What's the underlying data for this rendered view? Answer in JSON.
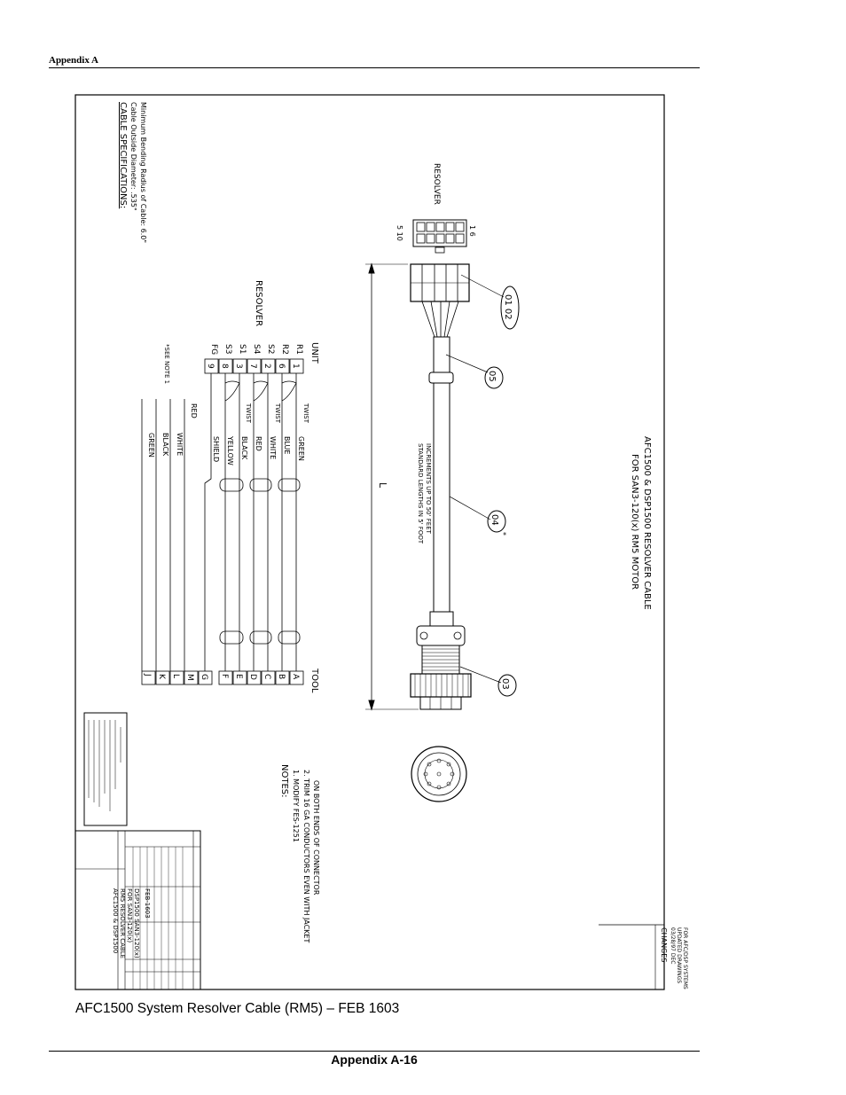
{
  "header": {
    "section": "Appendix A"
  },
  "caption": "AFC1500 System Resolver Cable (RM5) – FEB 1603",
  "footer": {
    "page_label": "Appendix A-16"
  },
  "drawing": {
    "title_line1": "AFC1500 & DSP1500 RESOLVER CABLE",
    "title_line2": "FOR SAN3-120(x) RM5 MOTOR",
    "cable_spec": {
      "heading": "CABLE SPECIFICATIONS:",
      "line1": "Cable Outside Diameter:  .535\"",
      "line2": "Minimum Bending Radius of Cable: 6.0\""
    },
    "resolver_label": "RESOLVER",
    "pin_top": "1 6",
    "pin_bottom": "5 10",
    "callouts": [
      "01 02",
      "05",
      "04",
      "03"
    ],
    "callout_star": "*",
    "standard_lengths_1": "STANDARD LENGTHS IN 5' FOOT",
    "standard_lengths_2": "INCREMENTS UP TO 50' FEET",
    "length_label": "L",
    "wiring": {
      "unit_header": "UNIT",
      "tool_header": "TOOL",
      "resolver_side_label": "RESOLVER",
      "see_note": "*SEE NOTE 1",
      "twist": "TWIST",
      "rows": [
        {
          "signal": "R1",
          "pin": "1",
          "twist": "TWIST",
          "color": "GREEN",
          "tool": "A"
        },
        {
          "signal": "R2",
          "pin": "6",
          "twist": "",
          "color": "BLUE",
          "tool": "B"
        },
        {
          "signal": "S2",
          "pin": "2",
          "twist": "TWIST",
          "color": "WHITE",
          "tool": "C"
        },
        {
          "signal": "S4",
          "pin": "7",
          "twist": "",
          "color": "RED",
          "tool": "D"
        },
        {
          "signal": "S1",
          "pin": "3",
          "twist": "TWIST",
          "color": "BLACK",
          "tool": "E"
        },
        {
          "signal": "S3",
          "pin": "8",
          "twist": "",
          "color": "YELLOW",
          "tool": "F"
        },
        {
          "signal": "FG",
          "pin": "9",
          "twist": "",
          "color": "SHIELD",
          "tool": "G"
        }
      ],
      "extra_rows": [
        {
          "color": "RED",
          "tool": "M"
        },
        {
          "color": "WHITE",
          "tool": "L"
        },
        {
          "color": "BLACK",
          "tool": "K"
        },
        {
          "color": "GREEN",
          "tool": "J"
        }
      ]
    },
    "notes": {
      "heading": "NOTES:",
      "note1": "1.  MODIFY FES-1251",
      "note2a": "2.  TRIM 16 GA CONDUCTORS EVEN WITH JACKET",
      "note2b": "ON BOTH ENDS OF CONNECTOR"
    },
    "changes": {
      "heading": "CHANGES",
      "line1": "03/28/97 DEC",
      "line2": "UPDATED DRAWINGS",
      "line3": "FOR AFC/DSP SYSTEMS"
    },
    "title_block": {
      "title1": "AFC1500 & DSP1500",
      "title2": "RM5 RESOLVER CABLE",
      "title3": "FOR SAN3-120(x)",
      "title4": "DSP1500 SAN3-120(x)",
      "dwg_no": "FEB-1603"
    }
  }
}
